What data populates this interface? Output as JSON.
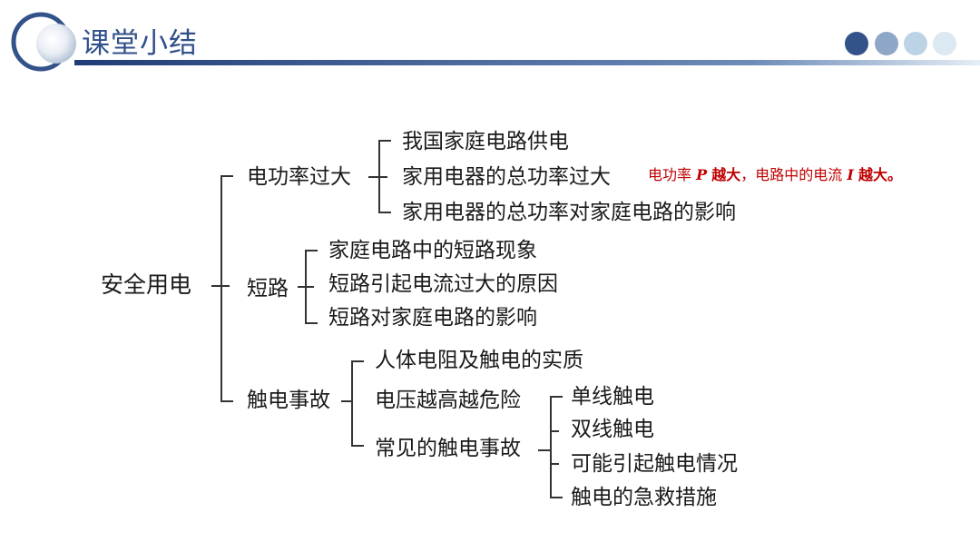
{
  "header": {
    "title": "课堂小结",
    "accent_colors": [
      "#2f4f8a",
      "#8fa7c6",
      "#bcd3e6",
      "#dce8f2"
    ]
  },
  "diagram": {
    "root": "安全用电",
    "branch1": {
      "label": "电功率过大",
      "children": [
        "我国家庭电路供电",
        "家用电器的总功率过大",
        "家用电器的总功率对家庭电路的影响"
      ]
    },
    "note": {
      "prefix": "电功率",
      "var_p": "P",
      "text1": "越大",
      "middle": "，电路中的电流",
      "var_i": "I",
      "text2": "越大。"
    },
    "branch2": {
      "label": "短路",
      "children": [
        "家庭电路中的短路现象",
        "短路引起电流过大的原因",
        "短路对家庭电路的影响"
      ]
    },
    "branch3": {
      "label": "触电事故",
      "children": [
        "人体电阻及触电的实质",
        "电压越高越危险",
        "常见的触电事故"
      ],
      "sub_children": [
        "单线触电",
        "双线触电",
        "可能引起触电情况",
        "触电的急救措施"
      ]
    }
  }
}
